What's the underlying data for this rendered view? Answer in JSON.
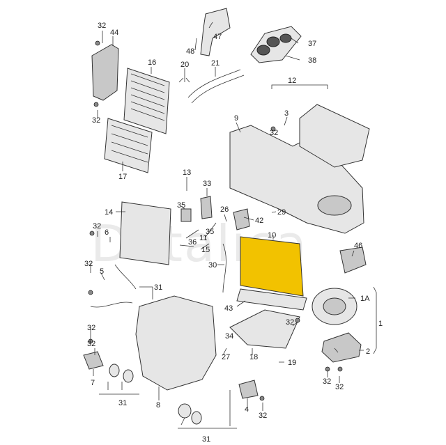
{
  "watermark": "Detalica",
  "highlight_color": "#f2c200",
  "callouts": [
    {
      "id": "c32a",
      "text": "32"
    },
    {
      "id": "c44",
      "text": "44"
    },
    {
      "id": "c47",
      "text": "47"
    },
    {
      "id": "c48",
      "text": "48"
    },
    {
      "id": "c37",
      "text": "37"
    },
    {
      "id": "c38",
      "text": "38"
    },
    {
      "id": "c16",
      "text": "16"
    },
    {
      "id": "c20",
      "text": "20"
    },
    {
      "id": "c21",
      "text": "21"
    },
    {
      "id": "c12",
      "text": "12"
    },
    {
      "id": "c32b",
      "text": "32"
    },
    {
      "id": "c9",
      "text": "9"
    },
    {
      "id": "c3",
      "text": "3"
    },
    {
      "id": "c32c",
      "text": "32"
    },
    {
      "id": "c17",
      "text": "17"
    },
    {
      "id": "c13",
      "text": "13"
    },
    {
      "id": "c33",
      "text": "33"
    },
    {
      "id": "c14",
      "text": "14"
    },
    {
      "id": "c35a",
      "text": "35"
    },
    {
      "id": "c26",
      "text": "26"
    },
    {
      "id": "c29",
      "text": "29"
    },
    {
      "id": "c42",
      "text": "42"
    },
    {
      "id": "c32d",
      "text": "32"
    },
    {
      "id": "c6",
      "text": "6"
    },
    {
      "id": "c35b",
      "text": "35"
    },
    {
      "id": "c10",
      "text": "10"
    },
    {
      "id": "c36",
      "text": "36"
    },
    {
      "id": "c11",
      "text": "11"
    },
    {
      "id": "c15",
      "text": "15"
    },
    {
      "id": "c46",
      "text": "46"
    },
    {
      "id": "c32e",
      "text": "32"
    },
    {
      "id": "c5",
      "text": "5"
    },
    {
      "id": "c30",
      "text": "30"
    },
    {
      "id": "c31a",
      "text": "31"
    },
    {
      "id": "c43",
      "text": "43"
    },
    {
      "id": "c1A",
      "text": "1A"
    },
    {
      "id": "c32f",
      "text": "32"
    },
    {
      "id": "c1",
      "text": "1"
    },
    {
      "id": "c32g",
      "text": "32"
    },
    {
      "id": "c34",
      "text": "34"
    },
    {
      "id": "c27",
      "text": "27"
    },
    {
      "id": "c18",
      "text": "18"
    },
    {
      "id": "c19",
      "text": "19"
    },
    {
      "id": "c2",
      "text": "2"
    },
    {
      "id": "c32h",
      "text": "32"
    },
    {
      "id": "c7",
      "text": "7"
    },
    {
      "id": "c8",
      "text": "8"
    },
    {
      "id": "c31b",
      "text": "31"
    },
    {
      "id": "c4",
      "text": "4"
    },
    {
      "id": "c32i",
      "text": "32"
    },
    {
      "id": "c32j",
      "text": "32"
    },
    {
      "id": "c32k",
      "text": "32"
    },
    {
      "id": "c31c",
      "text": "31"
    }
  ]
}
